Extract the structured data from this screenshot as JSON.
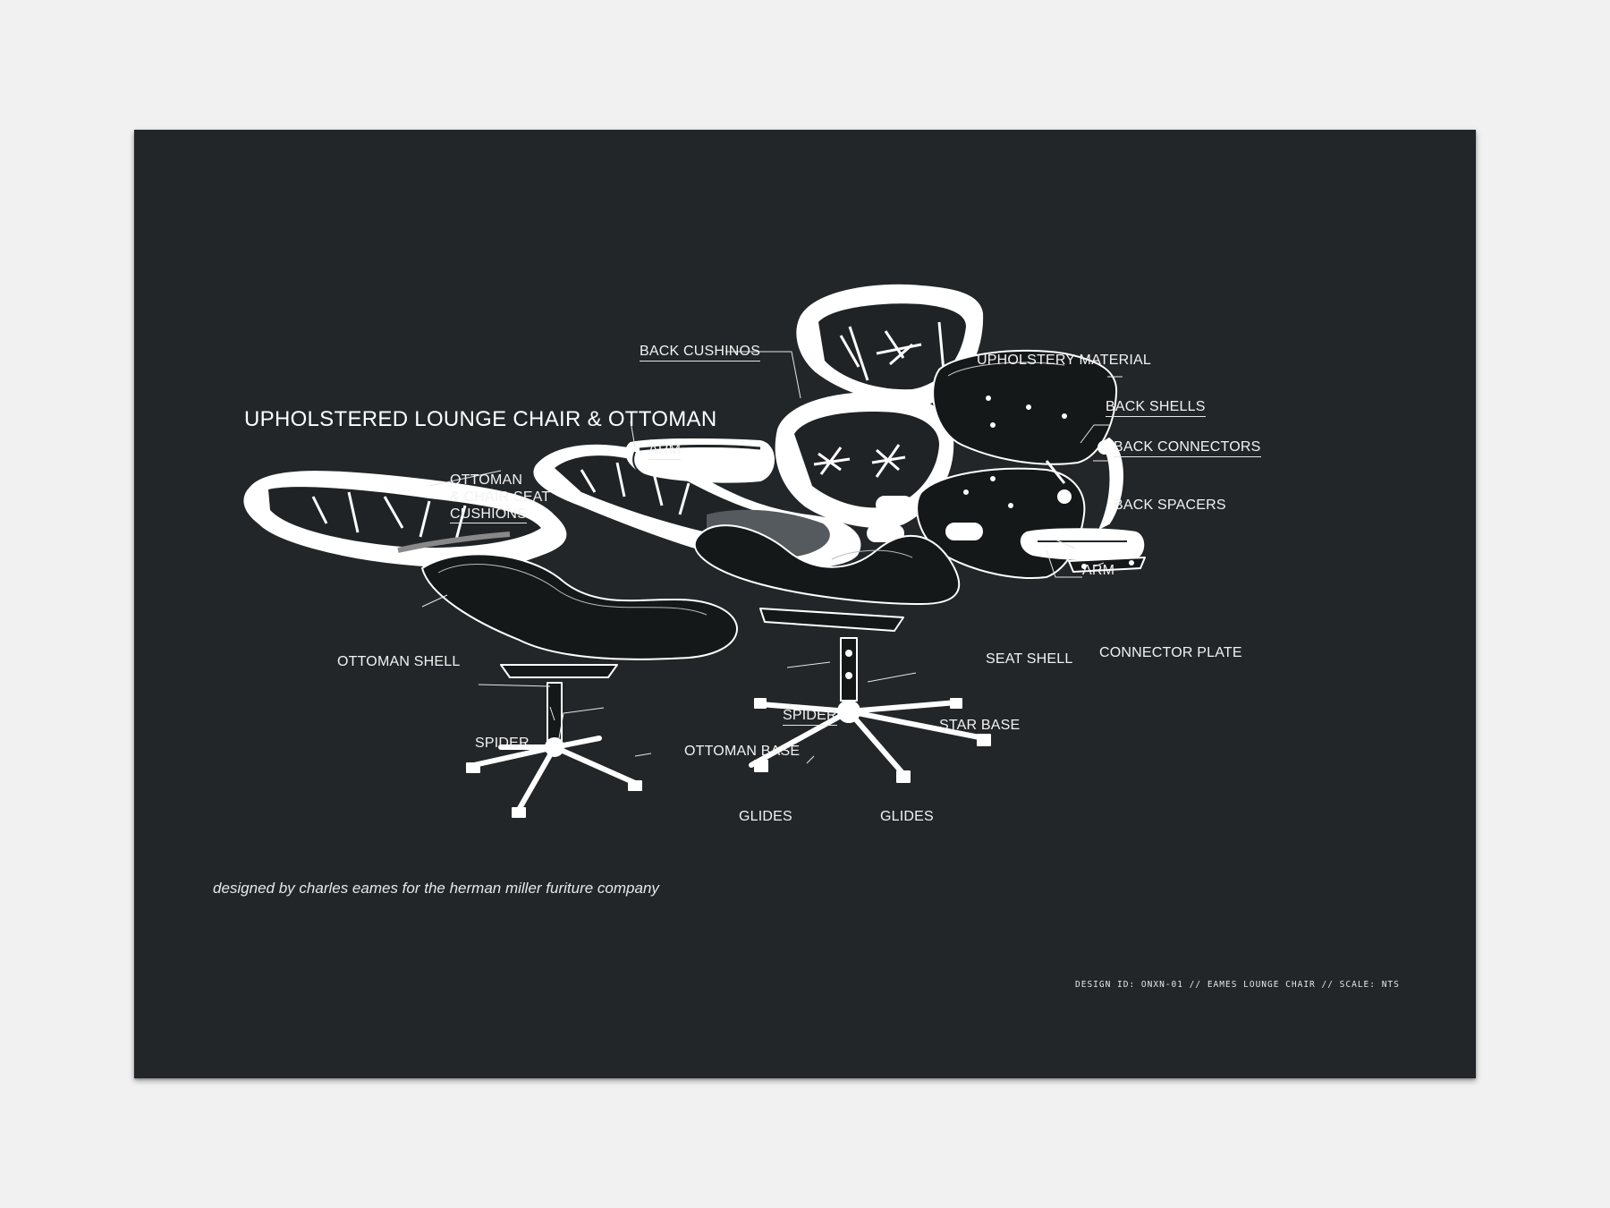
{
  "poster": {
    "title": "UPHOLSTERED LOUNGE CHAIR & OTTOMAN",
    "subtitle": "designed by charles eames for the herman miller furiture company",
    "design_id": "DESIGN ID: ONXN-01 // EAMES LOUNGE CHAIR // SCALE: NTS",
    "colors": {
      "background": "#222629",
      "ink": "#ffffff",
      "page": "#f1f1f1"
    }
  },
  "labels": {
    "back_cushinos": "BACK CUSHINOS",
    "upholstery_material": "UPHOLSTERY MATERIAL",
    "back_shells": "BACK SHELLS",
    "back_connectors": "BACK CONNECTORS",
    "back_spacers": "BACK SPACERS",
    "arm_left": "ARM",
    "arm_right": "ARM",
    "cushions_line1": "OTTOMAN",
    "cushions_line2": "& CHAIR SEAT",
    "cushions_line3": "CUSHIONS",
    "ottoman_shell": "OTTOMAN SHELL",
    "seat_shell": "SEAT SHELL",
    "connector_plate": "CONNECTOR PLATE",
    "spider_left": "SPIDER",
    "spider_right": "SPIDER",
    "star_base": "STAR BASE",
    "ottoman_base": "OTTOMAN BASE",
    "glides_left": "GLIDES",
    "glides_right": "GLIDES"
  }
}
